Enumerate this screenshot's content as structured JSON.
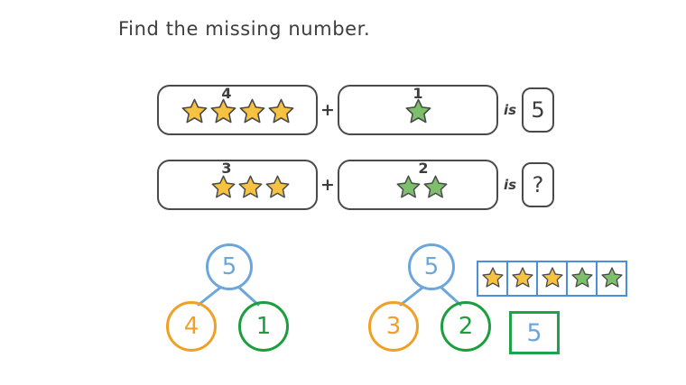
{
  "page": {
    "title": "Find the missing number.",
    "background": "#ffffff"
  },
  "colors": {
    "star_orange_fill": "#F5C242",
    "star_green_fill": "#7DBF6B",
    "star_outline": "#4a4a4a",
    "blue": "#6CA6DC",
    "frame_blue": "#4A90D9",
    "orange": "#F0A026",
    "green": "#1B9E3E",
    "answer_green": "#22A04A",
    "ink": "#3d3d3d"
  },
  "equations": [
    {
      "id": "row-1",
      "left_term": {
        "count_label": "4",
        "stars": 4,
        "star_color": "orange"
      },
      "operator": "+",
      "right_term": {
        "count_label": "1",
        "stars": 1,
        "star_color": "green"
      },
      "relation": "is",
      "result": "5"
    },
    {
      "id": "row-2",
      "left_term": {
        "count_label": "3",
        "stars": 3,
        "star_color": "orange"
      },
      "operator": "+",
      "right_term": {
        "count_label": "2",
        "stars": 2,
        "star_color": "green"
      },
      "relation": "is",
      "result": "?"
    }
  ],
  "number_bonds": [
    {
      "id": "bond-1",
      "whole": "5",
      "part_left": "4",
      "part_right": "1"
    },
    {
      "id": "bond-2",
      "whole": "5",
      "part_left": "3",
      "part_right": "2"
    }
  ],
  "five_frame": {
    "cells": [
      "orange",
      "orange",
      "orange",
      "green",
      "green"
    ],
    "total": 5,
    "answer": "5"
  }
}
